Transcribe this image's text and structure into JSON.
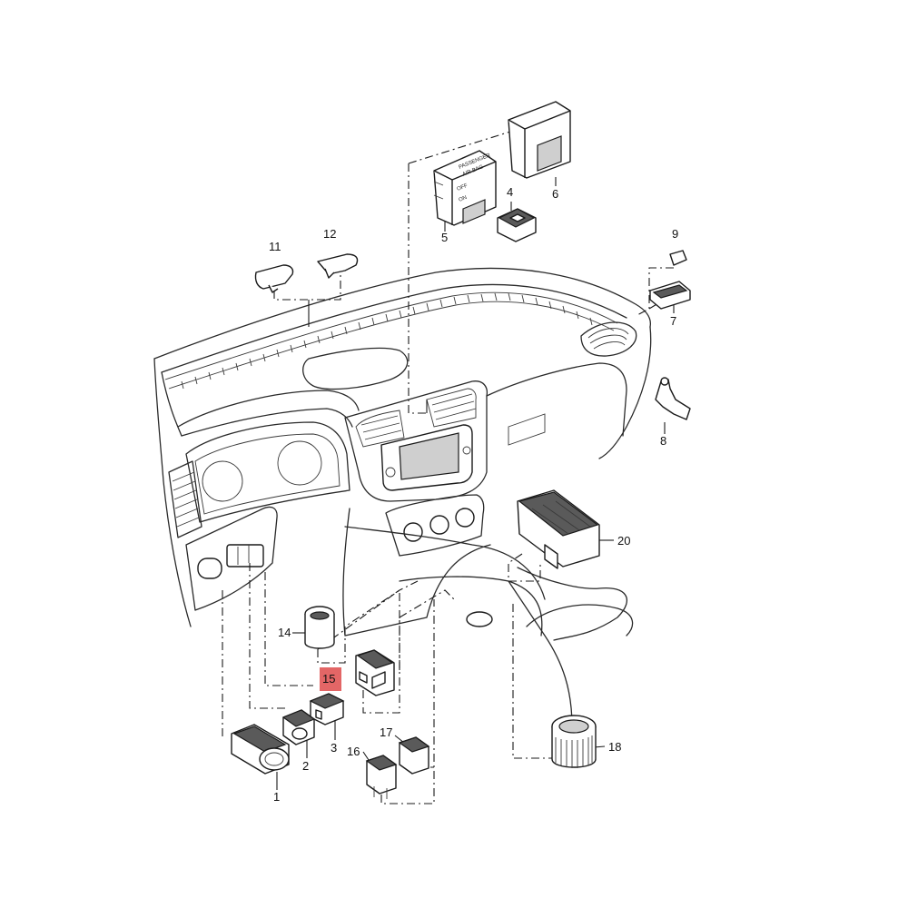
{
  "diagram": {
    "callouts": [
      "1",
      "2",
      "3",
      "4",
      "5",
      "6",
      "7",
      "8",
      "9",
      "11",
      "12",
      "14",
      "15",
      "16",
      "17",
      "18",
      "20"
    ],
    "highlighted_callout": "15",
    "airbag_panel": {
      "line1": "PASSENGER",
      "line2": "AIR BAG",
      "off": "OFF",
      "on": "ON"
    },
    "highlight_color": "#e05555"
  }
}
